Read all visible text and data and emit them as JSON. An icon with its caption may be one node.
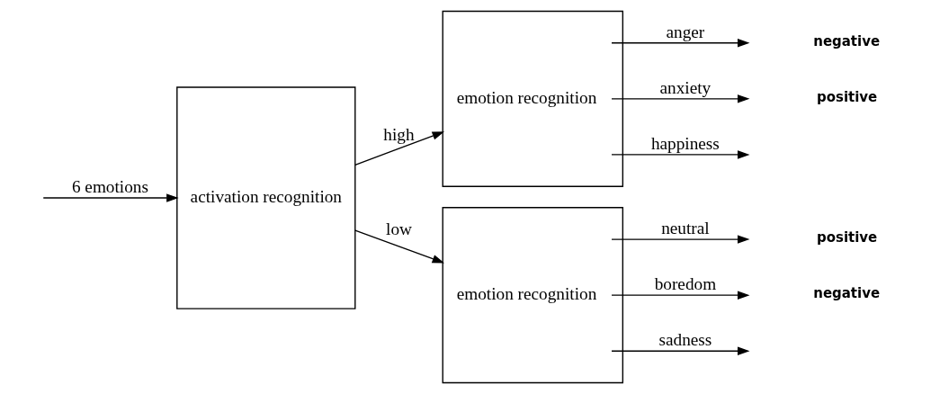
{
  "diagram": {
    "nodes": [
      {
        "text": [
          "activation recognition"
        ]
      },
      {
        "text": [
          "emotion recognition"
        ]
      },
      {
        "text": [
          "emotion recognition"
        ]
      }
    ],
    "edges": [
      {
        "from": null,
        "to": 0,
        "arrow": "to",
        "label": "6 emotions"
      },
      {
        "from": 0,
        "to": 1,
        "arrow": "to",
        "label": "high"
      },
      {
        "from": 0,
        "to": 2,
        "arrow": "to",
        "label": "low"
      },
      {
        "from": 1,
        "to": null,
        "arrow": "to",
        "label": "anger"
      },
      {
        "from": 1,
        "to": null,
        "arrow": "to",
        "label": "anxiety"
      },
      {
        "from": 1,
        "to": null,
        "arrow": "to",
        "label": "happiness"
      },
      {
        "from": 2,
        "to": null,
        "arrow": "to",
        "label": "neutral"
      },
      {
        "from": 2,
        "to": null,
        "arrow": "to",
        "label": "boredom"
      },
      {
        "from": 2,
        "to": null,
        "arrow": "to",
        "label": "sadness"
      }
    ],
    "labels": [
      "negative",
      "positive",
      "positive",
      "negative"
    ]
  }
}
